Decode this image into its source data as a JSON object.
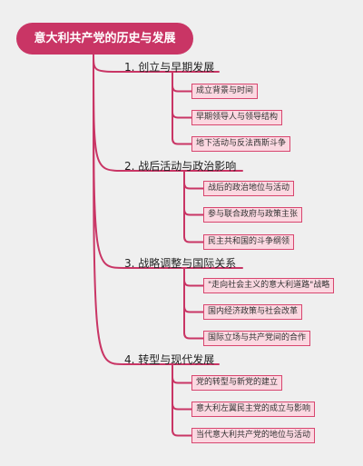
{
  "root": {
    "title": "意大利共产党的历史与发展"
  },
  "branches": [
    {
      "label": "1. 创立与早期发展",
      "items": [
        "成立背景与时间",
        "早期领导人与领导结构",
        "地下活动与反法西斯斗争"
      ]
    },
    {
      "label": "2. 战后活动与政治影响",
      "items": [
        "战后的政治地位与活动",
        "参与联合政府与政策主张",
        "民主共和国的斗争纲领"
      ]
    },
    {
      "label": "3. 战略调整与国际关系",
      "items": [
        "\"走向社会主义的意大利道路\"战略",
        "国内经济政策与社会改革",
        "国际立场与共产党间的合作"
      ]
    },
    {
      "label": "4. 转型与现代发展",
      "items": [
        "党的转型与新党的建立",
        "意大利左翼民主党的成立与影响",
        "当代意大利共产党的地位与活动"
      ]
    }
  ],
  "colors": {
    "root_fill": "#c93565",
    "line": "#c93565",
    "leaf_fill": "#fbd8e1",
    "leaf_border": "#d8466f",
    "background": "#efefef"
  }
}
